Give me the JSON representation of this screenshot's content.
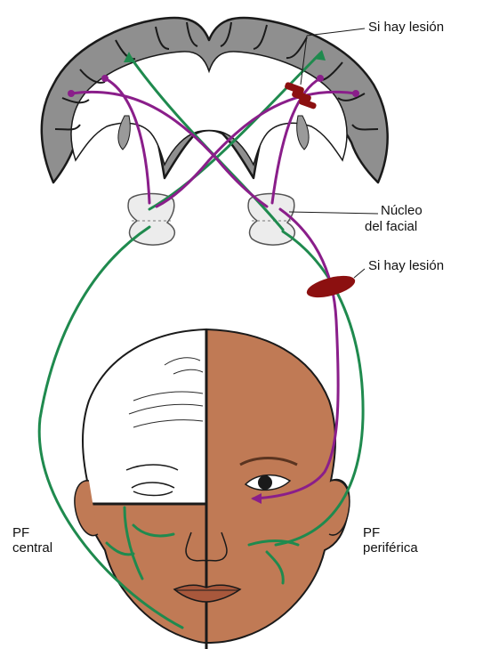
{
  "labels": {
    "lesion_top": "Si hay lesión",
    "nucleus_line1": "Núcleo",
    "nucleus_line2": "del facial",
    "lesion_mid": "Si hay lesión",
    "central_line1": "PF",
    "central_line2": "central",
    "peripheral_line1": "PF",
    "peripheral_line2": "periférica"
  },
  "colors": {
    "cortex_gray": "#8f8f8f",
    "upper_motor_pathway": "#8a1e8a",
    "lower_motor_pathway": "#1f8a4e",
    "lesion": "#8c1010",
    "skin": "#c07a55",
    "outline": "#1a1a1a"
  }
}
